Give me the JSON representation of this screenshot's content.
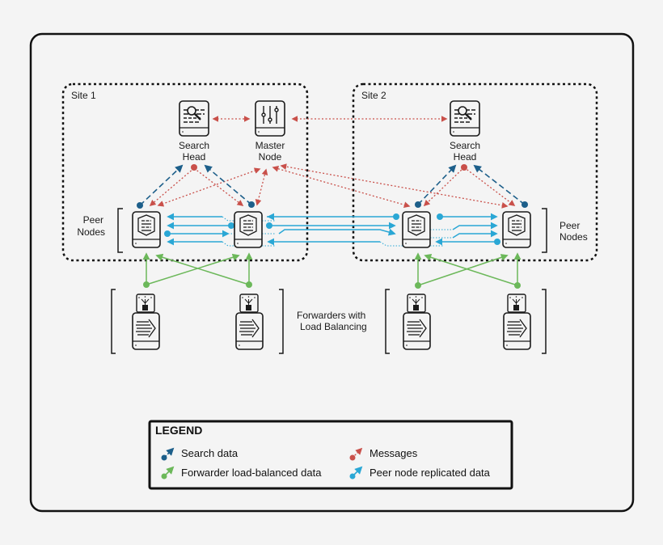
{
  "colors": {
    "search": "#1d5f8a",
    "messages": "#c9504a",
    "forwarder": "#6cb85a",
    "replication": "#2aa7d5",
    "outline": "#1a1a1a"
  },
  "sites": [
    {
      "label": "Site 1"
    },
    {
      "label": "Site 2"
    }
  ],
  "nodes": {
    "site1_search_head": {
      "line1": "Search",
      "line2": "Head"
    },
    "site1_master_node": {
      "line1": "Master",
      "line2": "Node"
    },
    "site2_search_head": {
      "line1": "Search",
      "line2": "Head"
    }
  },
  "groups": {
    "peer_nodes_left": {
      "line1": "Peer",
      "line2": "Nodes"
    },
    "peer_nodes_right": {
      "line1": "Peer",
      "line2": "Nodes"
    },
    "forwarders": {
      "line1": "Forwarders with",
      "line2": "Load Balancing"
    }
  },
  "legend": {
    "title": "LEGEND",
    "items": [
      {
        "label": "Search data",
        "type": "search"
      },
      {
        "label": "Messages",
        "type": "messages"
      },
      {
        "label": "Forwarder load-balanced data",
        "type": "forwarder"
      },
      {
        "label": "Peer node replicated data",
        "type": "replication"
      }
    ]
  }
}
